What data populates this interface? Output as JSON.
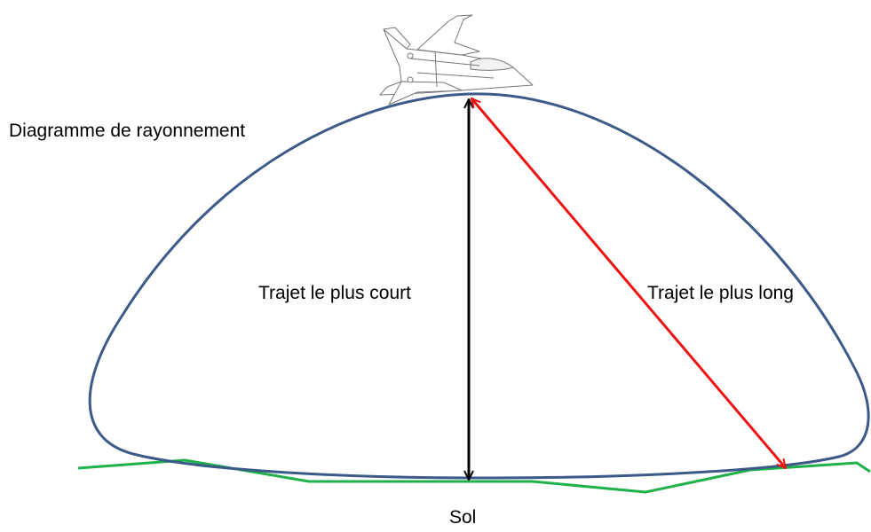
{
  "labels": {
    "radiation_pattern": "Diagramme de rayonnement",
    "shortest_path": "Trajet le plus court",
    "longest_path": "Trajet le plus long",
    "ground": "Sol"
  },
  "colors": {
    "pattern": "#3c5a88",
    "ground": "#1fb14a",
    "short_path": "#000000",
    "long_path": "#ee1111",
    "aircraft_outline": "#777777"
  },
  "icons": {
    "aircraft": "fighter-jet-icon"
  }
}
